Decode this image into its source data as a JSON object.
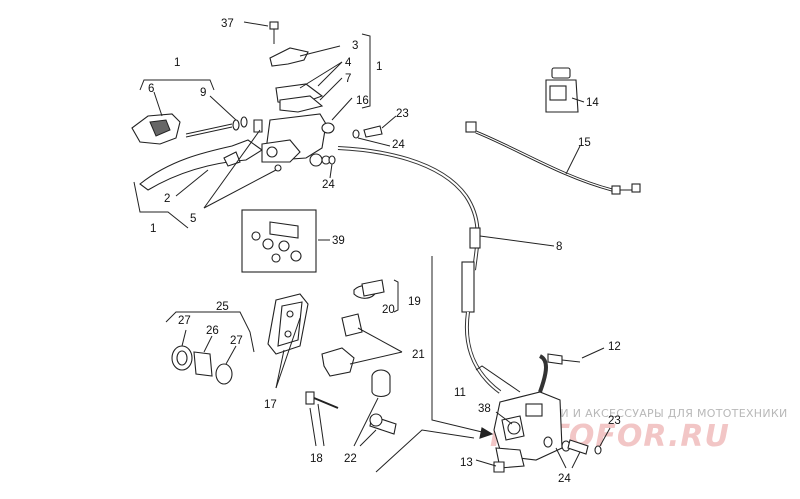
{
  "labels": {
    "l1a": "1",
    "l1b": "1",
    "l1c": "1",
    "l2": "2",
    "l3": "3",
    "l4": "4",
    "l5": "5",
    "l6": "6",
    "l7": "7",
    "l8": "8",
    "l9": "9",
    "l11": "11",
    "l12": "12",
    "l13": "13",
    "l14": "14",
    "l15": "15",
    "l16": "16",
    "l17": "17",
    "l18": "18",
    "l19": "19",
    "l20": "20",
    "l21": "21",
    "l22": "22",
    "l23a": "23",
    "l23b": "23",
    "l24a": "24",
    "l24b": "24",
    "l24c": "24",
    "l25": "25",
    "l26": "26",
    "l27a": "27",
    "l27b": "27",
    "l37": "37",
    "l38": "38",
    "l39": "39"
  },
  "watermark": {
    "text": "ЗАПЧАСТИ И АКСЕССУАРЫ ДЛЯ МОТОТЕХНИКИ",
    "logo": "MOTOFOR.RU"
  },
  "colors": {
    "line": "#222222",
    "watermark_text": "#b8b8b8",
    "watermark_logo": "#f2c6c6"
  }
}
